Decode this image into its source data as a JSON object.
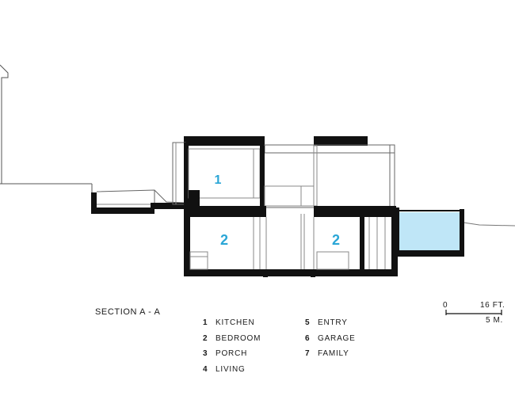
{
  "section_title": "SECTION A - A",
  "room_tags": {
    "upper": "1",
    "lower_left": "2",
    "lower_right": "2"
  },
  "legend": [
    {
      "num": "1",
      "label": "KITCHEN"
    },
    {
      "num": "2",
      "label": "BEDROOM"
    },
    {
      "num": "3",
      "label": "PORCH"
    },
    {
      "num": "4",
      "label": "LIVING"
    },
    {
      "num": "5",
      "label": "ENTRY"
    },
    {
      "num": "6",
      "label": "GARAGE"
    },
    {
      "num": "7",
      "label": "FAMILY"
    }
  ],
  "scale": {
    "start": "0",
    "feet": "16 FT.",
    "meters": "5 M."
  },
  "colors": {
    "ink": "#111111",
    "room_tag": "#2aa6d6",
    "pool": "#bfe6f7",
    "thin_line": "#8a8a8a"
  }
}
